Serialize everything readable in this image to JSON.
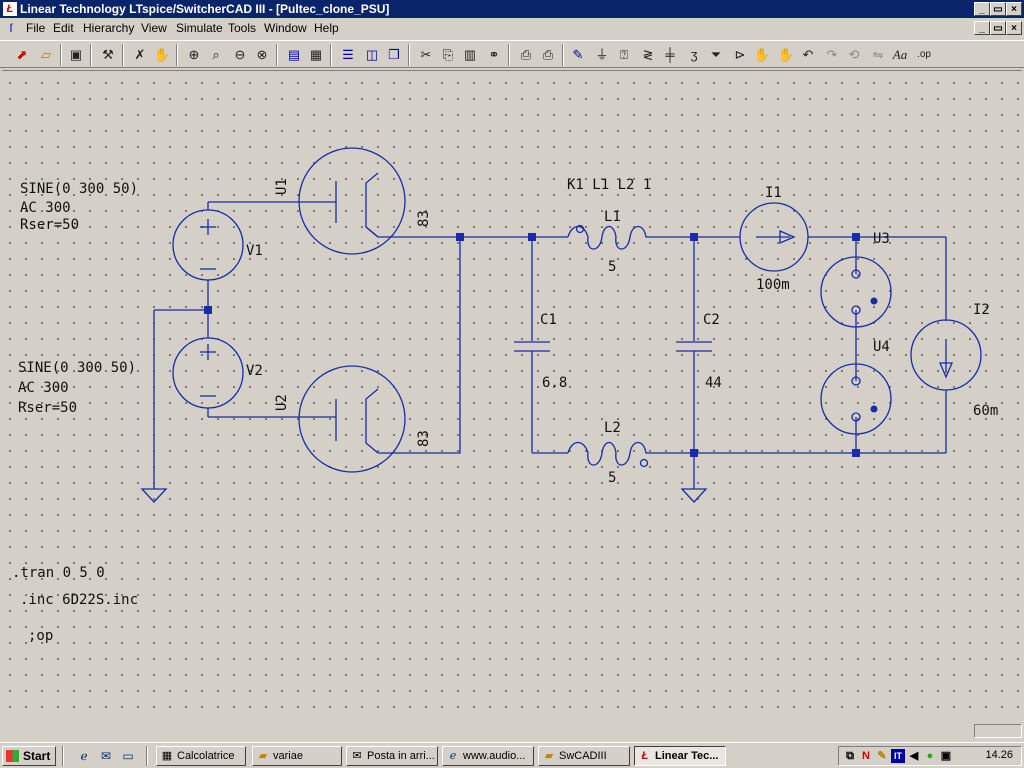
{
  "window": {
    "title": "Linear Technology LTspice/SwitcherCAD III - [Pultec_clone_PSU]",
    "controls": [
      "_",
      "▭",
      "×"
    ],
    "mdi_controls": [
      "_",
      "▭",
      "×"
    ]
  },
  "menu": [
    "File",
    "Edit",
    "Hierarchy",
    "View",
    "Simulate",
    "Tools",
    "Window",
    "Help"
  ],
  "toolbar": {
    "icons": [
      "run-icon",
      "open-icon",
      "save-icon",
      "control-panel-icon",
      "halt-icon",
      "pan-icon",
      "zoom-in-icon",
      "zoom-box-icon",
      "zoom-out-icon",
      "zoom-fit-icon",
      "plot-icon",
      "grid-icon",
      "tile-horizontal-icon",
      "tile-vertical-icon",
      "cascade-icon",
      "cut-icon",
      "copy-icon",
      "paste-icon",
      "find-icon",
      "print-setup-icon",
      "print-icon",
      "draw-wire-icon",
      "ground-icon",
      "label-net-icon",
      "resistor-icon",
      "capacitor-icon",
      "inductor-icon",
      "diode-icon",
      "component-icon",
      "move-icon",
      "drag-icon",
      "undo-icon",
      "redo-icon",
      "rotate-icon",
      "mirror-icon",
      "text-icon",
      "spice-directive-icon"
    ],
    "text_label": "Aa",
    "op_label": ".op"
  },
  "schematic": {
    "sources": [
      {
        "name": "V1",
        "lines": [
          "SINE(0 300 50)",
          "AC 300",
          "Rser=50"
        ]
      },
      {
        "name": "V2",
        "lines": [
          "SINE(0 300 50)",
          "AC 300",
          "Rser=50"
        ]
      }
    ],
    "tubes": [
      {
        "name": "U1",
        "model": "83"
      },
      {
        "name": "U2",
        "model": "83"
      }
    ],
    "coupling": "K1 L1 L2 1",
    "inductors": [
      {
        "name": "L1",
        "value": "5"
      },
      {
        "name": "L2",
        "value": "5"
      }
    ],
    "capacitors": [
      {
        "name": "C1",
        "value": "6.8"
      },
      {
        "name": "C2",
        "value": "44"
      }
    ],
    "current_sources": [
      {
        "name": "I1",
        "value": "100m"
      },
      {
        "name": "I2",
        "value": "60m"
      }
    ],
    "subcircuits": [
      {
        "name": "U3"
      },
      {
        "name": "U4"
      }
    ],
    "directives": [
      ".tran 0 5 0",
      ".inc 6D22S.inc",
      ";op"
    ]
  },
  "taskbar": {
    "start": "Start",
    "tasks": [
      {
        "label": "Calcolatrice",
        "icon": "calculator-icon"
      },
      {
        "label": "variae",
        "icon": "folder-icon"
      },
      {
        "label": "Posta in arri...",
        "icon": "mail-icon"
      },
      {
        "label": "www.audio...",
        "icon": "browser-icon"
      },
      {
        "label": "SwCADIII",
        "icon": "folder-icon"
      },
      {
        "label": "Linear Tec...",
        "icon": "ltspice-icon",
        "active": true
      }
    ],
    "tray_lang": "IT",
    "clock": "14.26"
  },
  "colors": {
    "wire": "#1a2aa8",
    "titlebar": "#0a246a",
    "canvas": "#d4d0c8"
  }
}
